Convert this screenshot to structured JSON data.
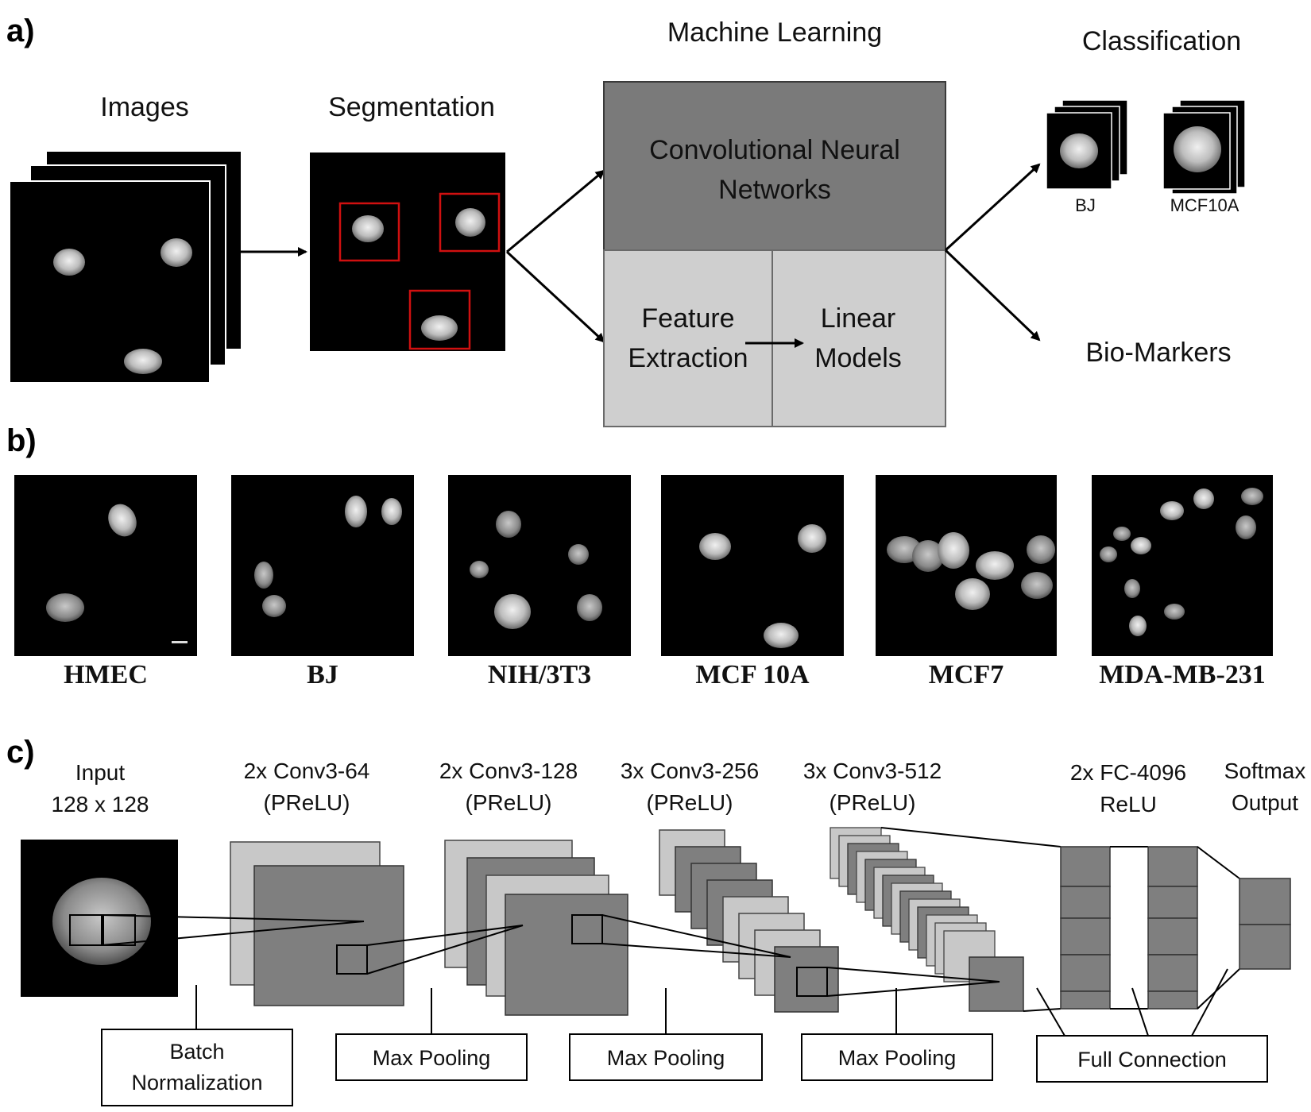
{
  "panels": {
    "a": "a)",
    "b": "b)",
    "c": "c)"
  },
  "panel_a": {
    "images_label": "Images",
    "segmentation_label": "Segmentation",
    "ml_title": "Machine Learning",
    "cnn_line1": "Convolutional Neural",
    "cnn_line2": "Networks",
    "feature_line1": "Feature",
    "feature_line2": "Extraction",
    "linear_line1": "Linear",
    "linear_line2": "Models",
    "classification_label": "Classification",
    "class1": "BJ",
    "class2": "MCF10A",
    "biomarkers": "Bio-Markers"
  },
  "panel_b": {
    "cell_lines": [
      "HMEC",
      "BJ",
      "NIH/3T3",
      "MCF 10A",
      "MCF7",
      "MDA-MB-231"
    ]
  },
  "panel_c": {
    "input_line1": "Input",
    "input_line2": "128 x 128",
    "conv64_line1": "2x Conv3-64",
    "conv64_line2": "(PReLU)",
    "conv128_line1": "2x Conv3-128",
    "conv128_line2": "(PReLU)",
    "conv256_line1": "3x Conv3-256",
    "conv256_line2": "(PReLU)",
    "conv512_line1": "3x Conv3-512",
    "conv512_line2": "(PReLU)",
    "fc_line1": "2x FC-4096",
    "fc_line2": "ReLU",
    "softmax_line1": "Softmax",
    "softmax_line2": "Output",
    "batchnorm_line1": "Batch",
    "batchnorm_line2": "Normalization",
    "maxpool1": "Max Pooling",
    "maxpool2": "Max Pooling",
    "maxpool3": "Max Pooling",
    "fullconn": "Full Connection"
  },
  "colors": {
    "cnn_box": "#7a7a7a",
    "lower_box": "#cfcfcf",
    "layer_dark": "#7f7f7f",
    "layer_light": "#c8c8c8",
    "segment_box": "#d01010"
  }
}
